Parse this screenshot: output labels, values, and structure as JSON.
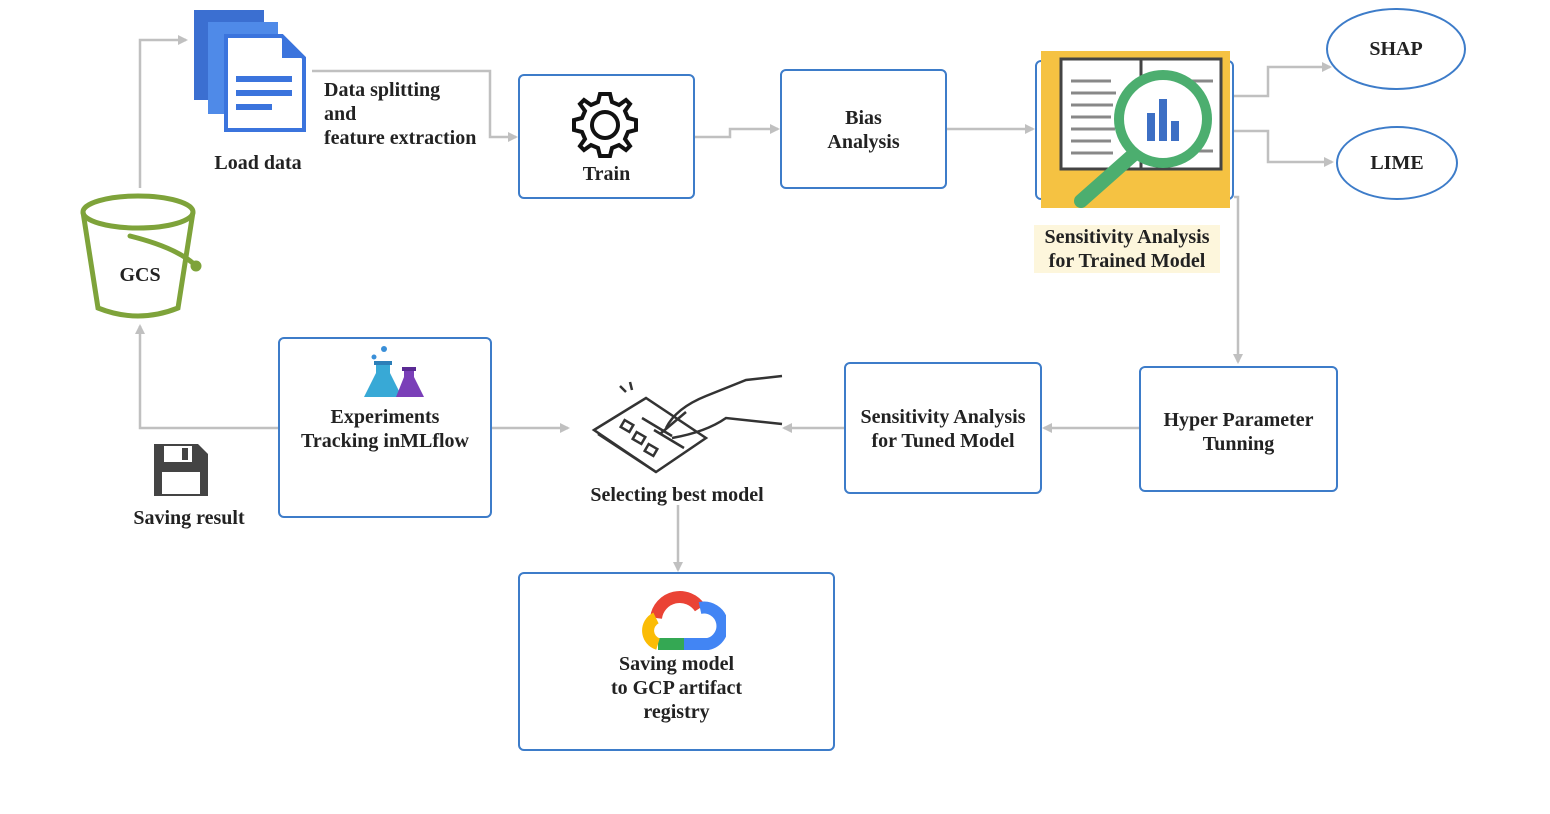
{
  "nodes": {
    "load_data": "Load data",
    "data_splitting": "Data splitting\nand\nfeature extraction",
    "train": "Train",
    "bias": "Bias\nAnalysis",
    "sens_trained": "Sensitivity Analysis\nfor Trained Model",
    "shap": "SHAP",
    "lime": "LIME",
    "gcs": "GCS",
    "experiments": "Experiments\nTracking inMLflow",
    "saving_result": "Saving result",
    "selecting": "Selecting best model",
    "sens_tuned": "Sensitivity Analysis\nfor Tuned Model",
    "hyper": "Hyper Parameter\nTunning",
    "saving_model": "Saving model\nto GCP artifact\nregistry"
  },
  "colors": {
    "box_border": "#3d7cc9",
    "arrow": "#c0c0c0",
    "bucket": "#7ea33a",
    "highlight_bg": "#f5c242"
  },
  "icons": [
    "document-stack-icon",
    "gear-icon",
    "magnifier-report-icon",
    "bucket-icon",
    "flask-icon",
    "floppy-disk-icon",
    "hand-checklist-icon",
    "google-cloud-icon"
  ]
}
